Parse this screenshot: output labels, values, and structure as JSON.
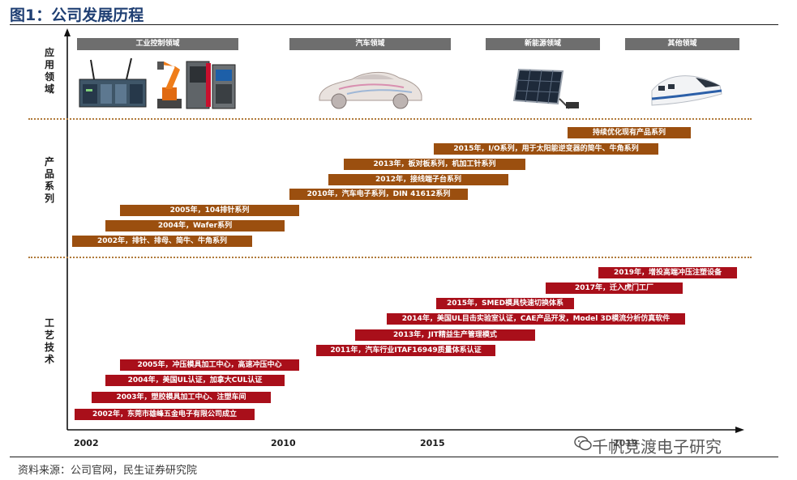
{
  "figure": {
    "title": "图1：公司发展历程",
    "source": "资料来源：公司官网，民生证券研究院",
    "watermark": "千帆竞渡电子研究",
    "watermark_partial_year": "2019"
  },
  "row_labels": {
    "application": "应用领域",
    "products": "产品系列",
    "process": "工艺技术"
  },
  "domains": [
    "工业控制领域",
    "汽车领域",
    "新能源领域",
    "其他领域"
  ],
  "products": [
    "持续优化现有产品系列",
    "2015年，I/O系列，用于太阳能逆变器的简牛、牛角系列",
    "2013年，板对板系列，机加工针系列",
    "2012年，接线端子台系列",
    "2010年，汽车电子系列，DIN 41612系列",
    "2005年，104排针系列",
    "2004年，Wafer系列",
    "2002年，排针、排母、简牛、牛角系列"
  ],
  "process": [
    "2019年，增投高端冲压注塑设备",
    "2017年，迁入虎门工厂",
    "2015年，SMED模具快速切换体系",
    "2014年，美国UL目击实验室认证，CAE产品开发，Model 3D模流分析仿真软件",
    "2013年，JIT精益生产管理模式",
    "2011年，汽车行业ITAF16949质量体系认证",
    "2005年，冲压模具加工中心，高速冲压中心",
    "2004年，美国UL认证，加拿大CUL认证",
    "2003年，塑胶模具加工中心、注塑车间",
    "2002年，东莞市雄峰五金电子有限公司成立"
  ],
  "years": [
    "2002",
    "2010",
    "2015"
  ],
  "colors": {
    "product_bar": "#9b4f0f",
    "process_bar": "#a90f1a",
    "domain_header": "#6e6e6e",
    "title": "#1f3f73"
  },
  "icons": [
    "industrial-controller-icon",
    "robot-arm-icon",
    "servo-drive-icon",
    "car-icon",
    "solar-panel-icon",
    "bullet-train-icon",
    "wechat-icon"
  ]
}
